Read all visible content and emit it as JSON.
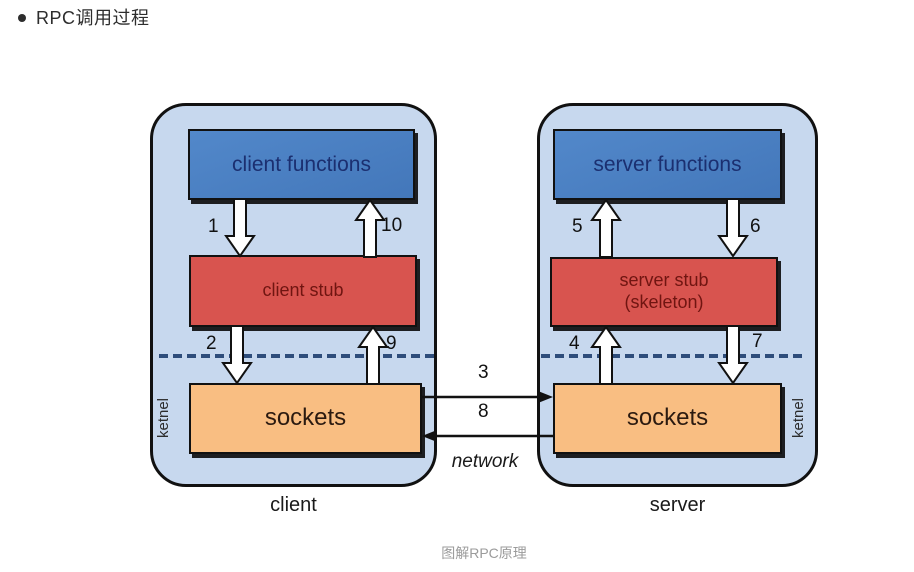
{
  "title": {
    "text": "RPC调用过程"
  },
  "caption": "图解RPC原理",
  "colors": {
    "panel_fill": "#c7d8ee",
    "panel_border": "#111111",
    "blue_box": "#5288ca",
    "blue_box_top": "#4377ba",
    "blue_text": "#1b2f70",
    "red_box": "#d8544f",
    "red_text": "#701511",
    "orange_box": "#f9be82",
    "orange_text": "#2b1a10",
    "dash": "#2e4d7b"
  },
  "client": {
    "panel_label": "client",
    "kernel_label": "ketnel",
    "boxes": {
      "functions": "client functions",
      "stub": "client stub",
      "sockets": "sockets"
    },
    "steps": {
      "s1": "1",
      "s2": "2",
      "s9": "9",
      "s10": "10"
    }
  },
  "server": {
    "panel_label": "server",
    "kernel_label": "ketnel",
    "boxes": {
      "functions": "server functions",
      "stub_line1": "server stub",
      "stub_line2": "(skeleton)",
      "sockets": "sockets"
    },
    "steps": {
      "s4": "4",
      "s5": "5",
      "s6": "6",
      "s7": "7"
    }
  },
  "network": {
    "label": "network",
    "steps": {
      "s3": "3",
      "s8": "8"
    }
  }
}
